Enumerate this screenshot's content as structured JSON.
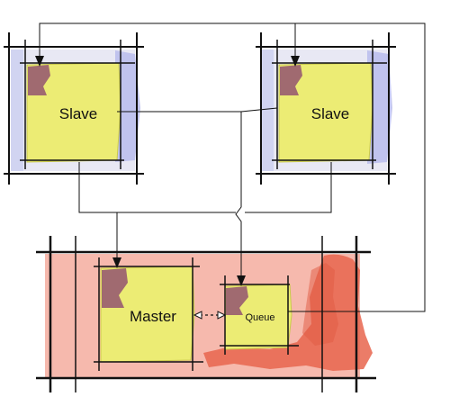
{
  "diagram": {
    "nodes": {
      "slave_left": {
        "label": "Slave"
      },
      "slave_right": {
        "label": "Slave"
      },
      "master": {
        "label": "Master"
      },
      "queue": {
        "label": "Queue"
      }
    },
    "colors": {
      "note_fill": "#ecec74",
      "note_shade": "#c9c94a",
      "note_corner": "#a06a70",
      "slave_halo": "#b8bcec",
      "slave_panel": "#e8e8f4",
      "master_panel": "#f6b9ad",
      "master_accent": "#e8654d",
      "line": "#111111"
    },
    "icons": [
      "note-corner-icon",
      "arrowhead-icon",
      "bidirectional-dashed-arrow-icon"
    ]
  }
}
